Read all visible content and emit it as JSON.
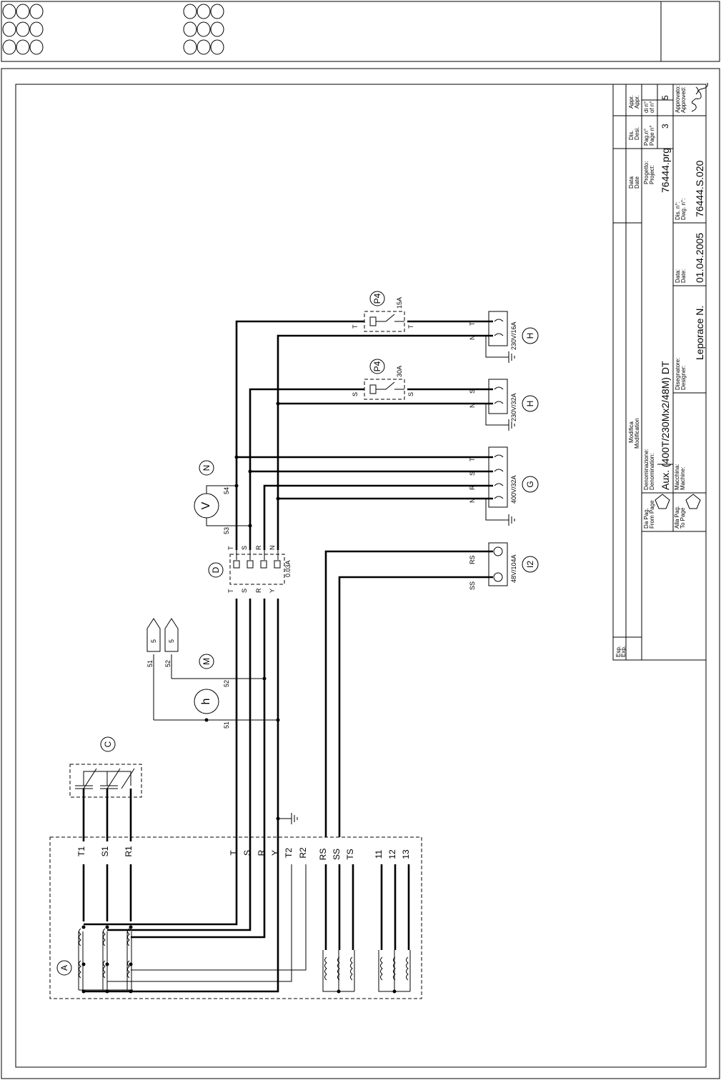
{
  "header": {
    "circle_rows": 3
  },
  "components": {
    "A": "A",
    "C": "C",
    "D": "D",
    "M": "M",
    "N": "N",
    "G": "G",
    "H1": "H",
    "H2": "H",
    "I2": "I2",
    "P4a": "P4",
    "P4b": "P4",
    "h_meter": "h",
    "v_meter": "V"
  },
  "generator_terminals": [
    "T1",
    "S1",
    "R1",
    "T",
    "S",
    "R",
    "Y",
    "T2",
    "R2",
    "RS",
    "SS",
    "TS",
    "11",
    "12",
    "13"
  ],
  "rcd": {
    "in_labels": [
      "T",
      "S",
      "R",
      "Y"
    ],
    "out_labels": [
      "T",
      "S",
      "R",
      "N"
    ],
    "rating": "0.03A"
  },
  "wire_numbers": {
    "w51": "51",
    "w52": "52",
    "w53": "53",
    "w54": "54"
  },
  "page_refs": [
    {
      "wire": "51",
      "page": "5"
    },
    {
      "wire": "52",
      "page": "5"
    }
  ],
  "sockets": {
    "i2": {
      "rating": "48V/104A",
      "pins": [
        "RS",
        "SS"
      ]
    },
    "g": {
      "rating": "400V/32A",
      "pins": [
        "T",
        "S",
        "R",
        "N"
      ]
    },
    "h32": {
      "rating": "230V/32A",
      "pins": [
        "S",
        "N"
      ]
    },
    "h16": {
      "rating": "230V/16A",
      "pins": [
        "T",
        "N"
      ]
    }
  },
  "breakers": {
    "b30": {
      "rating": "30A",
      "in": "S",
      "out": "S"
    },
    "b15": {
      "rating": "15A",
      "in": "T",
      "out": "T"
    }
  },
  "title_block": {
    "esp_label": "Esp.",
    "exp_label": "Exp.",
    "modifica": "Modifica",
    "modification": "Modification",
    "data": "Data",
    "date": "Date",
    "dis": "Dis.",
    "desi": "Desi.",
    "appr1": "Appr.",
    "appr2": "Appr.",
    "da_pag": "Da Pag.",
    "from_page": "From Page",
    "alla_pag": "Alla Pag.",
    "to_page": "To Page",
    "denominazione": "Denominazione:",
    "denomination": "Denomination:",
    "denomination_value": "Aux. (400T/230Mx2/48M) DT",
    "macchina": "Macchina:",
    "machine": "Machine:",
    "progetto": "Progetto:",
    "project": "Project:",
    "project_value": "76444.prg",
    "pag_n": "Pag.n°",
    "page_n": "Page n°",
    "page_value": "3",
    "di_n": "di n°",
    "of_n": "of n°",
    "of_value": "5",
    "disegnatore": "Disegnatore:",
    "designer": "Designer:",
    "designer_value": "Leporace N.",
    "data2": "Data:",
    "date2": "Date:",
    "date_value": "01.04.2005",
    "dis_n": "Dis. n°:",
    "dwg_n": "Dwg. n°:",
    "dwg_value": "76444.S.020",
    "approvato": "Approvato:",
    "approved": "Approved:"
  }
}
